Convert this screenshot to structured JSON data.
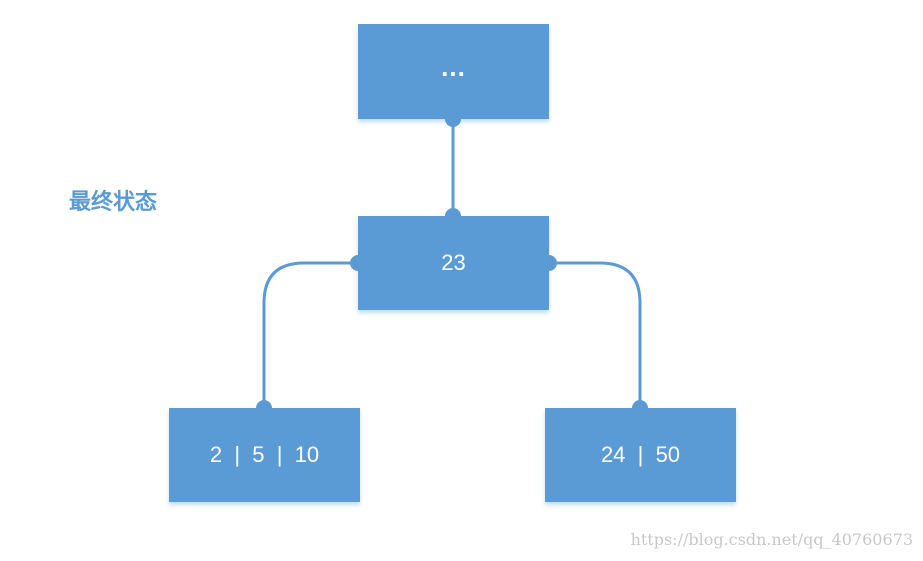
{
  "caption": "最终状态",
  "nodes": {
    "root": "...",
    "middle": "23",
    "left": "2  |  5  |  10",
    "right": "24  |  50"
  },
  "watermark": "https://blog.csdn.net/qq_40760673",
  "colors": {
    "node_fill": "#5b9bd5",
    "connector": "#5b9bd5",
    "node_text": "#ffffff",
    "caption": "#5b9bd5",
    "watermark": "#c8c8c8"
  }
}
